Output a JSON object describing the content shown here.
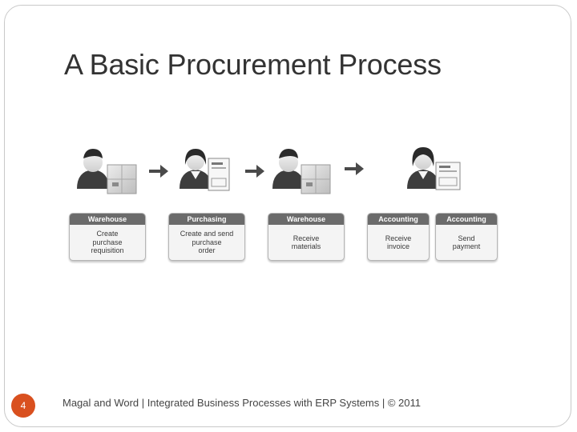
{
  "slide": {
    "title": "A Basic Procurement Process",
    "footer": "Magal and Word | Integrated Business Processes with ERP Systems | © 2011",
    "number": "4"
  },
  "steps": [
    {
      "role": "Warehouse",
      "task": "Create\npurchase\nrequisition"
    },
    {
      "role": "Purchasing",
      "task": "Create and send\npurchase\norder"
    },
    {
      "role": "Warehouse",
      "task": "Receive\nmaterials"
    },
    {
      "role": "Accounting",
      "task": "Receive\ninvoice"
    },
    {
      "role": "Accounting",
      "task": "Send\npayment"
    }
  ],
  "colors": {
    "accent": "#d9501f",
    "header": "#6b6b6b"
  }
}
